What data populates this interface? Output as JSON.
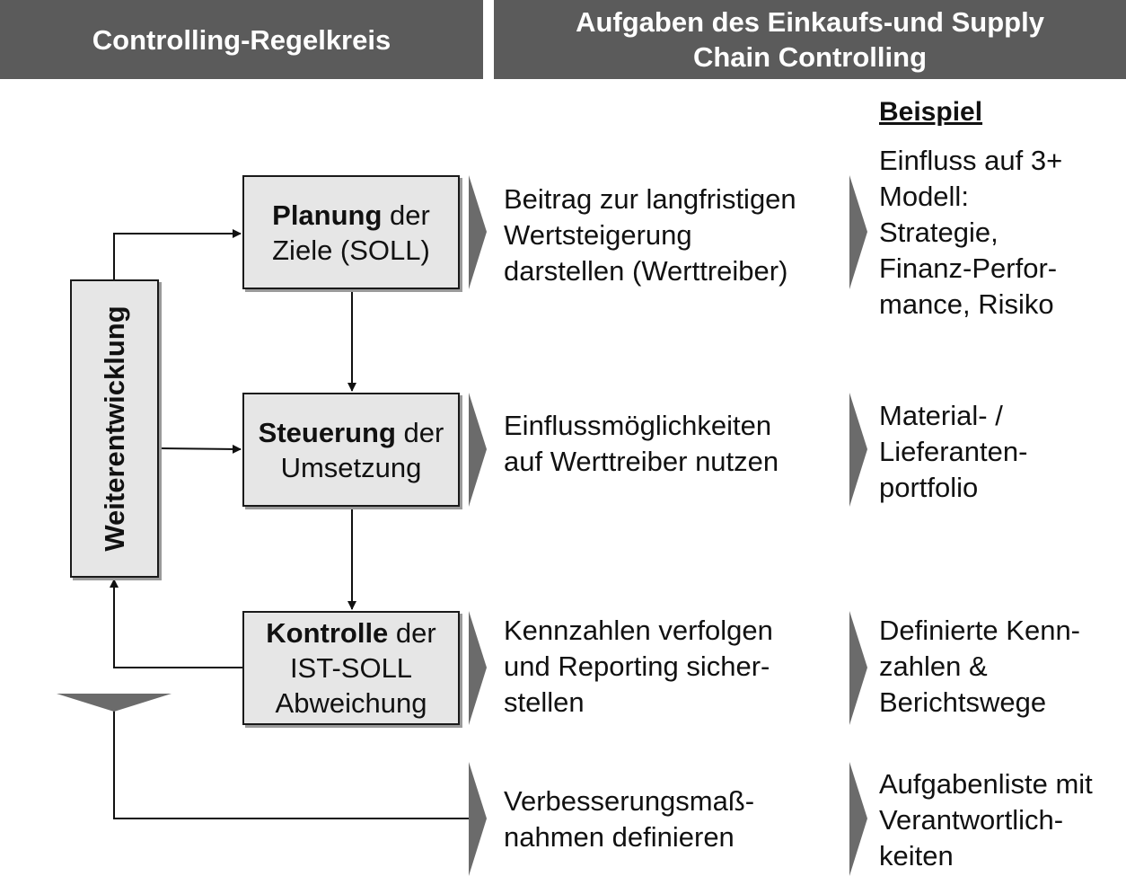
{
  "header": {
    "left_title": "Controlling-Regelkreis",
    "right_title": "Aufgaben des Einkaufs-und Supply Chain Controlling"
  },
  "loop": {
    "planung": {
      "bold": "Planung",
      "rest": " der",
      "line2": "Ziele (SOLL)"
    },
    "steuerung": {
      "bold": "Steuerung",
      "rest": " der",
      "line2": "Umsetzung"
    },
    "kontrolle": {
      "bold": "Kontrolle",
      "rest": " der",
      "line2": "IST-SOLL",
      "line3": "Abweichung"
    },
    "weiterentwicklung": "Weiterentwicklung"
  },
  "tasks": {
    "row1": "Beitrag zur langfristigen\nWertsteigerung\ndarstellen (Werttreiber)",
    "row2": "Einflussmöglichkeiten\nauf Werttreiber nutzen",
    "row3": "Kennzahlen verfolgen\nund Reporting sicher-\nstellen",
    "row4": "Verbesserungsmaß-\nnahmen definieren"
  },
  "examples": {
    "heading": "Beispiel",
    "row1": "Einfluss auf 3+\nModell:\nStrategie,\nFinanz-Perfor-\nmance, Risiko",
    "row2": "Material- /\nLieferanten-\nportfolio",
    "row3": "Definierte Kenn-\nzahlen &\nBerichtswege",
    "row4": "Aufgabenliste mit\nVerantwortlich-\nkeiten"
  }
}
